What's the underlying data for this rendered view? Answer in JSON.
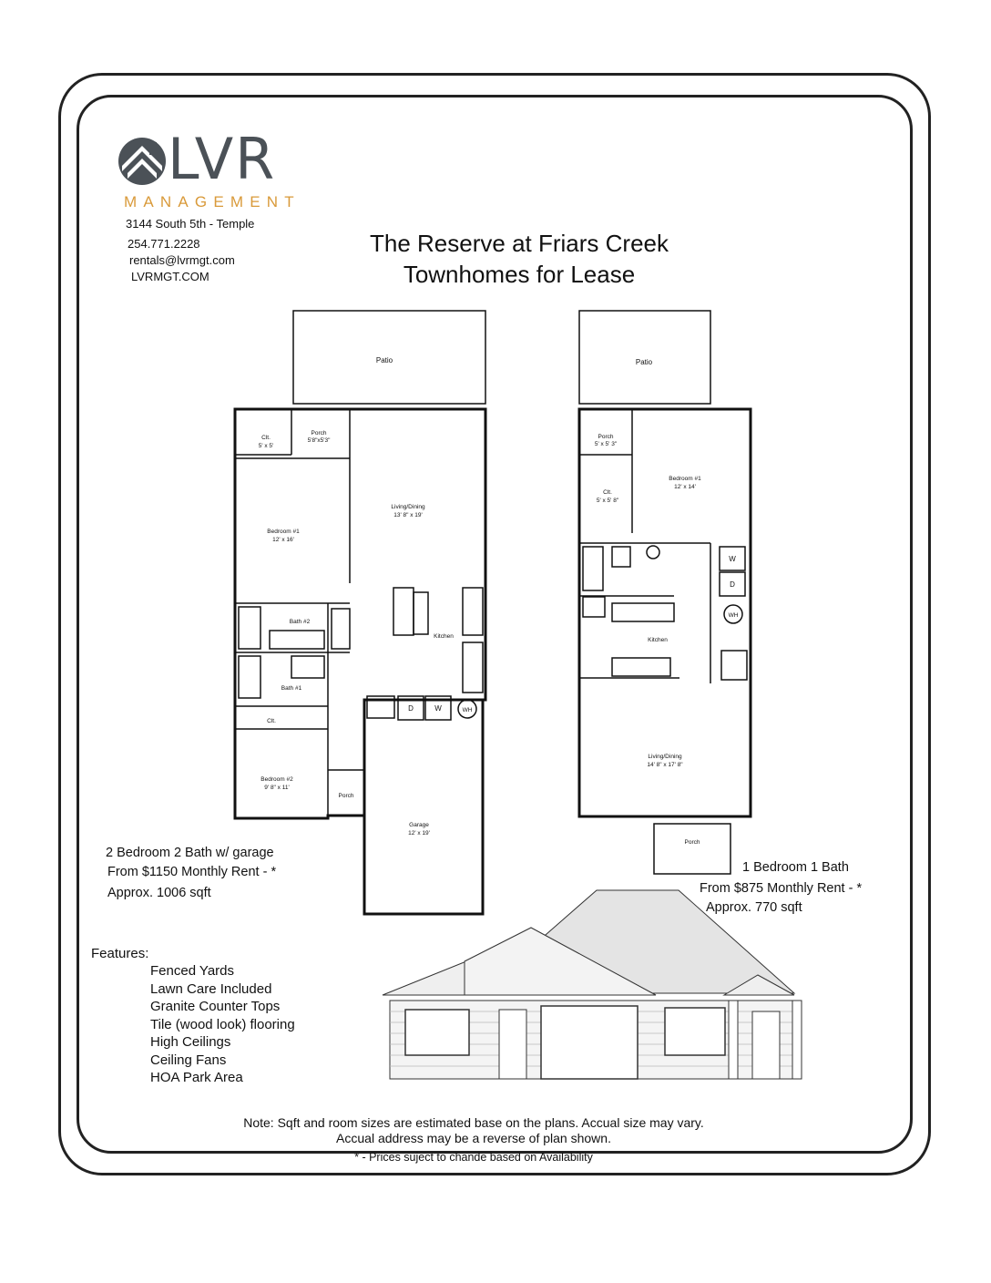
{
  "logo": {
    "word": "LVR",
    "sub": "MANAGEMENT",
    "mark_color": "#4b5157",
    "accent_color": "#d99a3a"
  },
  "contact": {
    "address": "3144 South 5th - Temple",
    "phone": "254.771.2228",
    "email": "rentals@lvrmgt.com",
    "website": "LVRMGT.COM"
  },
  "title": {
    "line1": "The Reserve at Friars Creek",
    "line2": "Townhomes for Lease"
  },
  "plan_two": {
    "headline": "2 Bedroom 2 Bath w/ garage",
    "rent": "From $1150 Monthly Rent - *",
    "sqft": "Approx. 1006 sqft",
    "rooms": {
      "patio": "Patio",
      "closet_top": "Clt.",
      "closet_top_size": "5' x 5'",
      "porch_top": "Porch",
      "porch_top_size": "5'8\"x5'3\"",
      "living": "Living/Dining",
      "living_size": "13' 8\" x 19'",
      "bedroom1": "Bedroom #1",
      "bedroom1_size": "12' x 16'",
      "bath2": "Bath #2",
      "bath1": "Bath #1",
      "kitchen": "Kitchen",
      "closet_mid": "Clt.",
      "bedroom2": "Bedroom #2",
      "bedroom2_size": "9' 8\" x 11'",
      "porch_bottom": "Porch",
      "garage": "Garage",
      "garage_size": "12' x 19'",
      "dryer": "D",
      "washer": "W",
      "water_heater": "WH"
    }
  },
  "plan_one": {
    "headline": "1 Bedroom 1 Bath",
    "rent": "From $875 Monthly Rent - *",
    "sqft": "Approx. 770 sqft",
    "rooms": {
      "patio": "Patio",
      "porch_top": "Porch",
      "porch_top_size": "5' x 5' 3\"",
      "closet": "Clt.",
      "closet_size": "5' x 5' 8\"",
      "bedroom1": "Bedroom #1",
      "bedroom1_size": "12' x 14'",
      "kitchen": "Kitchen",
      "living": "Living/Dining",
      "living_size": "14' 8\" x 17' 8\"",
      "porch_bottom": "Porch",
      "washer": "W",
      "dryer": "D",
      "water_heater": "WH"
    }
  },
  "features": {
    "label": "Features:",
    "items": [
      "Fenced Yards",
      "Lawn Care Included",
      "Granite Counter Tops",
      "Tile (wood look) flooring",
      "High Ceilings",
      "Ceiling Fans",
      "HOA Park Area"
    ]
  },
  "note": {
    "line1": "Note: Sqft and room sizes are estimated base on the plans.  Accual size may vary.",
    "line2": "Accual address may be a reverse of plan shown.",
    "line3": "* - Prices suject to chande based on Availability"
  }
}
